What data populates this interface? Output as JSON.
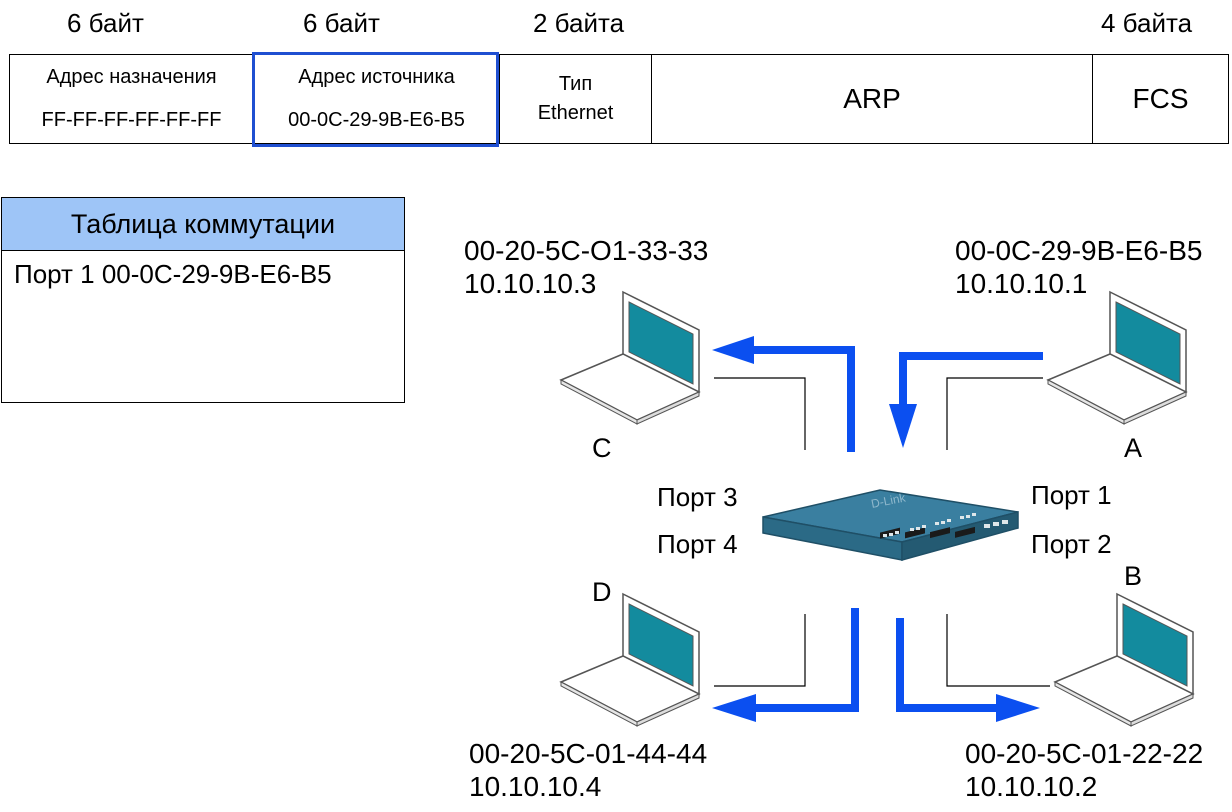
{
  "frame": {
    "sizes": {
      "dest": "6 байт",
      "src": "6 байт",
      "type": "2 байта",
      "fcs": "4 байта"
    },
    "fields": {
      "dest_label": "Адрес назначения",
      "dest_value": "FF-FF-FF-FF-FF-FF",
      "src_label": "Адрес источника",
      "src_value": "00-0C-29-9B-E6-B5",
      "type_line1": "Тип",
      "type_line2": "Ethernet",
      "payload": "ARP",
      "fcs": "FCS"
    },
    "highlight_color": "#1f4fd1"
  },
  "switch_table": {
    "title": "Таблица коммутации",
    "rows": [
      "Порт 1 00-0C-29-9B-E6-B5"
    ],
    "header_color": "#9ec5f7"
  },
  "hosts": {
    "c": {
      "letter": "C",
      "mac": "00-20-5C-O1-33-33",
      "ip": "10.10.10.3"
    },
    "a": {
      "letter": "A",
      "mac": "00-0C-29-9B-E6-B5",
      "ip": "10.10.10.1"
    },
    "d": {
      "letter": "D",
      "mac": "00-20-5C-01-44-44",
      "ip": "10.10.10.4"
    },
    "b": {
      "letter": "B",
      "mac": "00-20-5C-01-22-22",
      "ip": "10.10.10.2"
    }
  },
  "ports": {
    "p1": "Порт 1",
    "p2": "Порт 2",
    "p3": "Порт 3",
    "p4": "Порт 4"
  },
  "switch_brand": "D-Link",
  "colors": {
    "arrow": "#0b4ff0",
    "laptop_screen": "#138b9e",
    "switch_body": "#2b6a86"
  }
}
